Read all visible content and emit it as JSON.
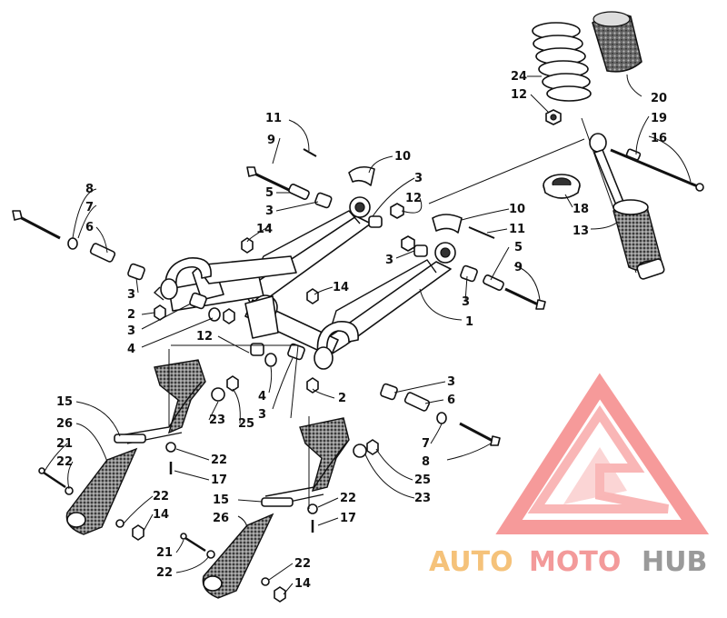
{
  "callouts": {
    "c1": "1",
    "c2a": "2",
    "c2b": "2",
    "c3a": "3",
    "c3b": "3",
    "c3c": "3",
    "c3d": "3",
    "c3e": "3",
    "c3f": "3",
    "c3g": "3",
    "c3h": "3",
    "c4a": "4",
    "c4b": "4",
    "c5a": "5",
    "c5b": "5",
    "c6a": "6",
    "c6b": "6",
    "c7a": "7",
    "c7b": "7",
    "c8a": "8",
    "c8b": "8",
    "c9a": "9",
    "c9b": "9",
    "c10a": "10",
    "c10b": "10",
    "c11a": "11",
    "c11b": "11",
    "c12a": "12",
    "c12b": "12",
    "c12c": "12",
    "c13": "13",
    "c14a": "14",
    "c14b": "14",
    "c14c": "14",
    "c14d": "14",
    "c15a": "15",
    "c15b": "15",
    "c16": "16",
    "c17a": "17",
    "c17b": "17",
    "c18": "18",
    "c19": "19",
    "c20": "20",
    "c21a": "21",
    "c21b": "21",
    "c22a": "22",
    "c22b": "22",
    "c22c": "22",
    "c22d": "22",
    "c22e": "22",
    "c22f": "22",
    "c23a": "23",
    "c23b": "23",
    "c24": "24",
    "c25a": "25",
    "c25b": "25",
    "c26a": "26",
    "c26b": "26"
  },
  "watermark": {
    "part1": "AUTO",
    "part2": "MOTO",
    "part3": "HUB",
    "color1": "#f5c27a",
    "color2": "#f39a9a",
    "color3": "#9a9a9a",
    "logo_color": "#f26b6b"
  }
}
